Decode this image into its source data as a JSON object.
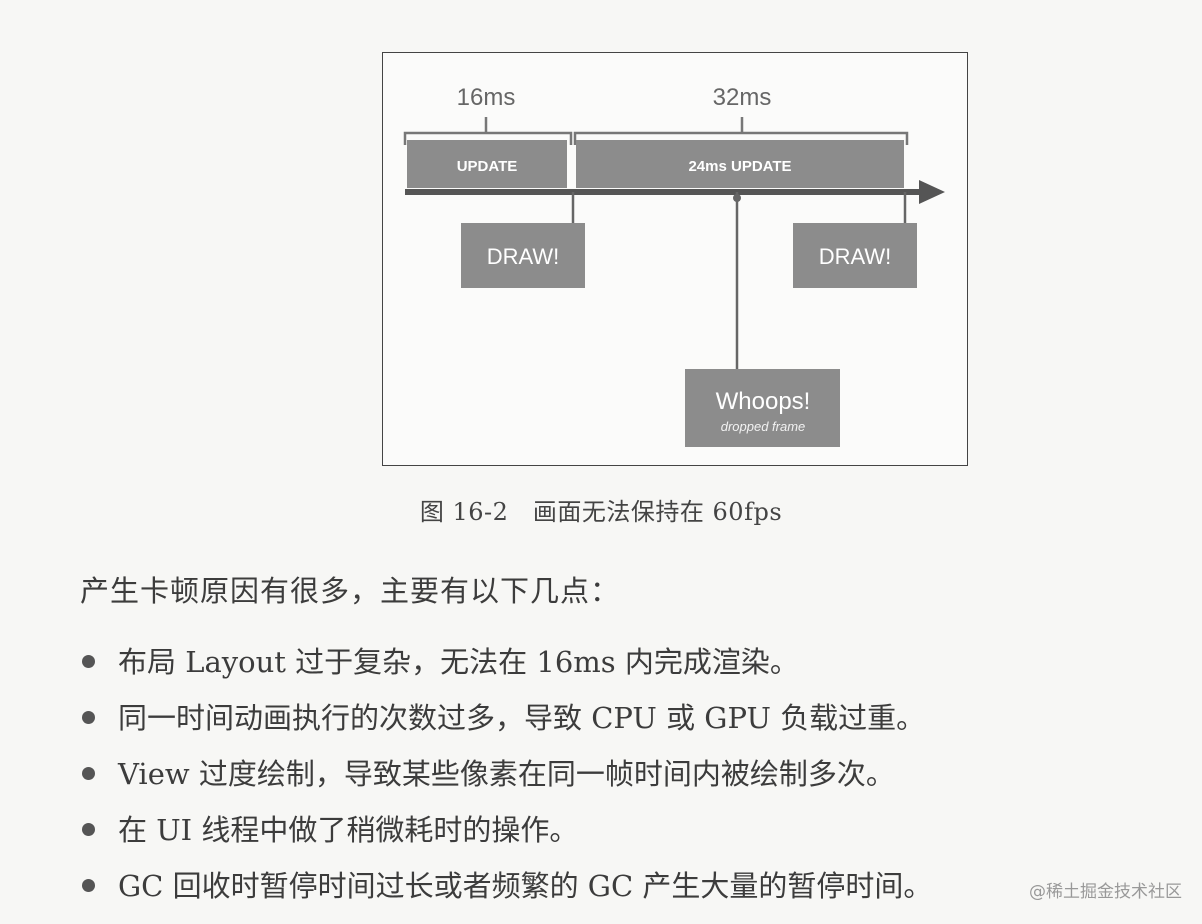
{
  "figure": {
    "brackets": {
      "first": "16ms",
      "second": "32ms"
    },
    "update_first": "UPDATE",
    "update_second": "24ms UPDATE",
    "draw_first": "DRAW!",
    "draw_second": "DRAW!",
    "whoops_title": "Whoops!",
    "whoops_sub": "dropped frame",
    "colors": {
      "box": "#8c8c8c",
      "box_text": "#ffffff",
      "line": "#555555"
    }
  },
  "caption": "图 16-2　画面无法保持在 60fps",
  "intro": "产生卡顿原因有很多，主要有以下几点：",
  "bullets": [
    "布局 Layout 过于复杂，无法在 16ms 内完成渲染。",
    "同一时间动画执行的次数过多，导致 CPU 或 GPU 负载过重。",
    "View 过度绘制，导致某些像素在同一帧时间内被绘制多次。",
    "在 UI 线程中做了稍微耗时的操作。",
    "GC 回收时暂停时间过长或者频繁的 GC 产生大量的暂停时间。"
  ],
  "watermark": "@稀土掘金技术社区"
}
